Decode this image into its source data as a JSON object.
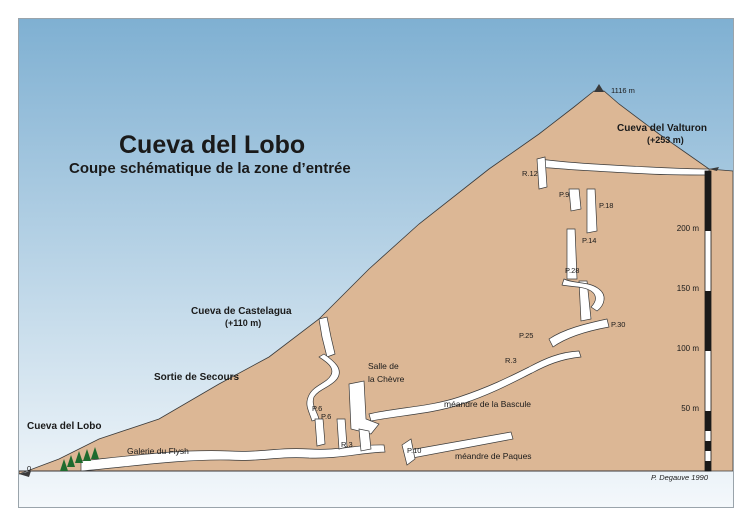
{
  "title": "Cueva del Lobo",
  "subtitle": "Coupe schématique de la zone d’entrée",
  "summit": "1116 m",
  "entrances": {
    "valturon": {
      "name": "Cueva del Valturon",
      "elevation": "(+253 m)"
    },
    "castelagua": {
      "name": "Cueva de Castelagua",
      "elevation": "(+110 m)"
    },
    "secours": {
      "name": "Sortie de Secours"
    },
    "lobo": {
      "name": "Cueva del Lobo"
    }
  },
  "features": {
    "galerie": "Galerie du Flysh",
    "salle_line1": "Salle de",
    "salle_line2": "la Chèvre",
    "bascule": "méandre de la Bascule",
    "paques": "méandre de Paques"
  },
  "pitches": {
    "r12": "R.12",
    "p9": "P.9",
    "p18": "P.18",
    "p14": "P.14",
    "p28": "P.28",
    "p30": "P.30",
    "p25": "P.25",
    "r3a": "R.3",
    "p6a": "P.6",
    "p6b": "P.6",
    "r3b": "R.3",
    "p10": "P.10"
  },
  "scale": {
    "labels": [
      "200 m",
      "150 m",
      "100 m",
      "50 m"
    ],
    "zero": "0"
  },
  "credit": "P. Degauve 1990",
  "colors": {
    "sky_top": "#7fb0d2",
    "sky_bottom": "#f4f8fb",
    "rock": "#dcb795",
    "passage": "#ffffff",
    "outline": "#3a3a3a",
    "tree": "#1f6b2e"
  }
}
